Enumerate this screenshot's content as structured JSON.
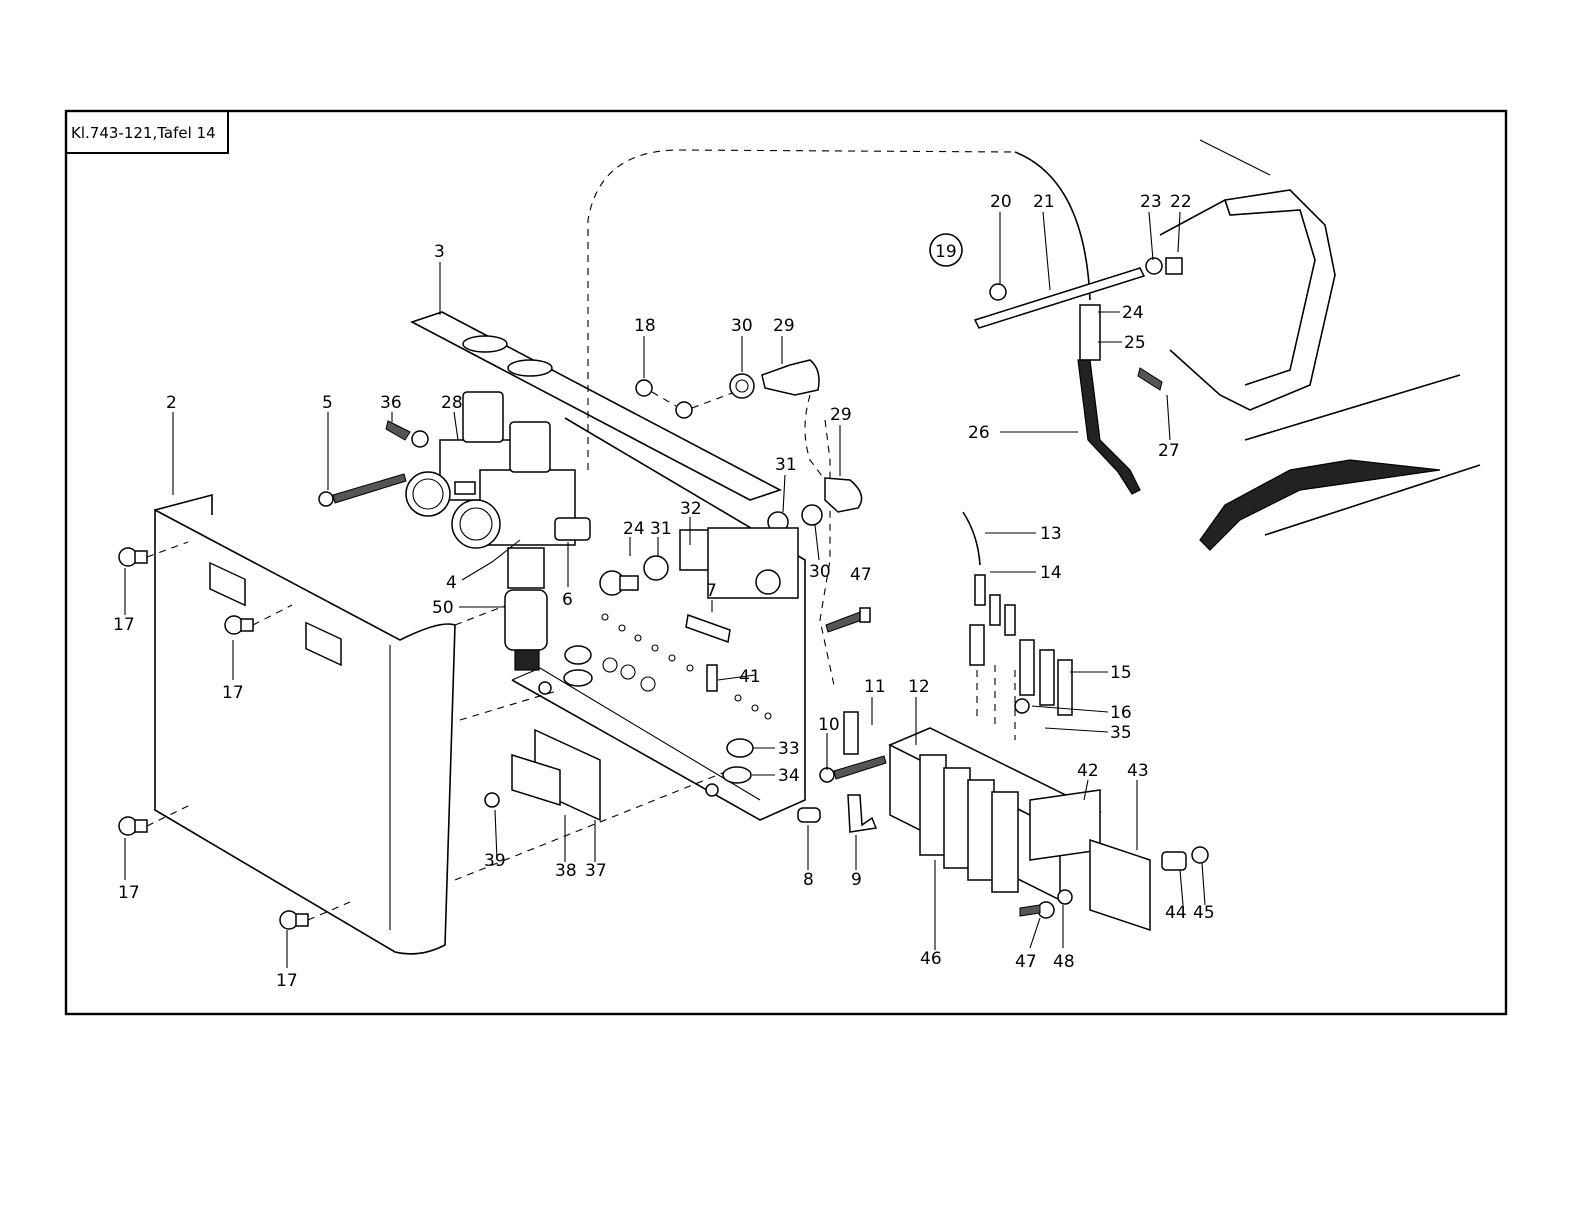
{
  "title_block": {
    "text": "Kl.743-121,Tafel 14"
  },
  "detail_marker": "19",
  "callouts": {
    "c2": "2",
    "c3": "3",
    "c4": "4",
    "c5": "5",
    "c6": "6",
    "c7": "7",
    "c8": "8",
    "c9": "9",
    "c10": "10",
    "c11": "11",
    "c12": "12",
    "c13": "13",
    "c14": "14",
    "c15": "15",
    "c16": "16",
    "c17a": "17",
    "c17b": "17",
    "c17c": "17",
    "c17d": "17",
    "c18": "18",
    "c20": "20",
    "c21": "21",
    "c22": "22",
    "c23": "23",
    "c24a": "24",
    "c24b": "24",
    "c25": "25",
    "c26": "26",
    "c27": "27",
    "c28": "28",
    "c29a": "29",
    "c29b": "29",
    "c30a": "30",
    "c30b": "30",
    "c31a": "31",
    "c31b": "31",
    "c32": "32",
    "c33": "33",
    "c34": "34",
    "c35": "35",
    "c36": "36",
    "c37": "37",
    "c38": "38",
    "c39": "39",
    "c41": "41",
    "c42": "42",
    "c43": "43",
    "c44": "44",
    "c45": "45",
    "c46": "46",
    "c47a": "47",
    "c47b": "47",
    "c48": "48",
    "c50": "50"
  }
}
